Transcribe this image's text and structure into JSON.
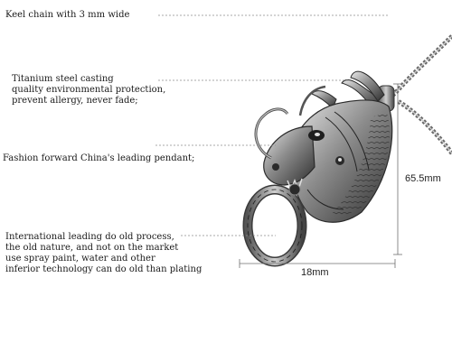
{
  "callouts": [
    {
      "text": "Keel chain with 3 mm wide"
    },
    {
      "text": "Titanium steel casting\nquality environmental protection,\nprevent allergy, never fade;"
    },
    {
      "text": "Fashion forward China's leading pendant;"
    },
    {
      "text": "International leading do old process,\nthe old nature, and not on the market\nuse spray paint, water and other\ninferior technology can do old than plating"
    }
  ],
  "dimensions": {
    "height_label": "65.5mm",
    "width_label": "18mm"
  },
  "colors": {
    "leader_line": "#8c8c8c",
    "steel_dark": "#3a3a3a",
    "steel_mid": "#8a8a8a",
    "steel_light": "#d6d6d6"
  }
}
